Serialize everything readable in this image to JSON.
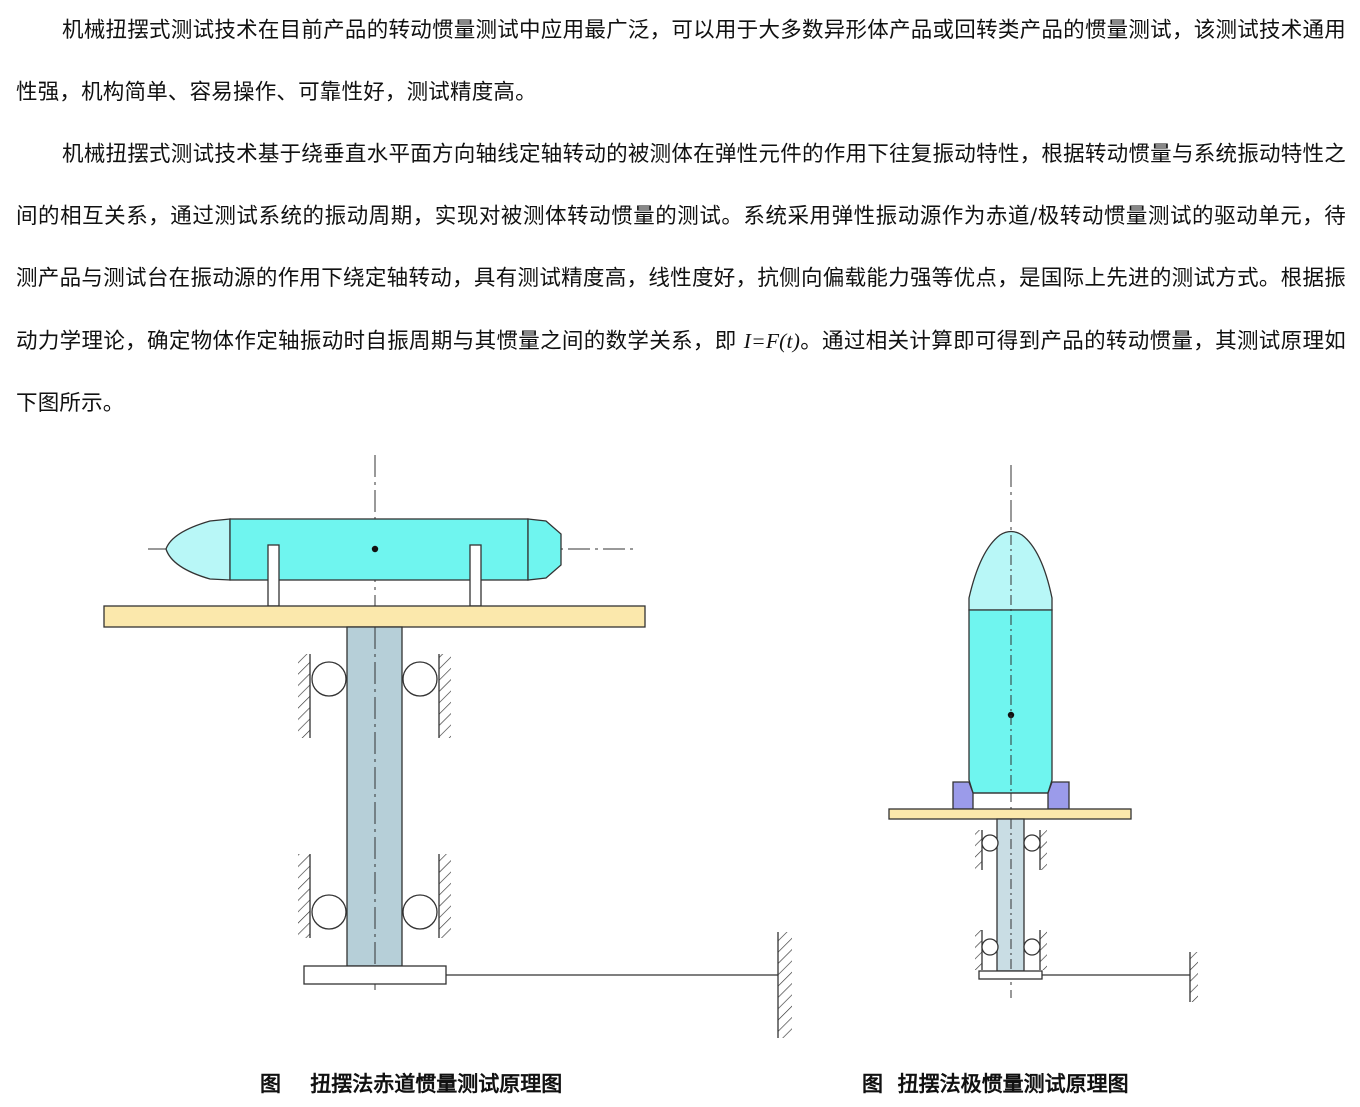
{
  "paragraphs": [
    {
      "text": "机械扭摆式测试技术在目前产品的转动惯量测试中应用最广泛，可以用于大多数异形体产品或回转类产品的惯量测试，该测试技术通用性强，机构简单、容易操作、可靠性好，测试精度高。"
    },
    {
      "text_before": "机械扭摆式测试技术基于绕垂直水平面方向轴线定轴转动的被测体在弹性元件的作用下往复振动特性，根据转动惯量与系统振动特性之间的相互关系，通过测试系统的振动周期，实现对被测体转动惯量的测试。系统采用弹性振动源作为赤道/极转动惯量测试的驱动单元，待测产品与测试台在振动源的作用下绕定轴转动，具有测试精度高，线性度好，抗侧向偏载能力强等优点，是国际上先进的测试方式。根据振动力学理论，确定物体作定轴振动时自振周期与其惯量之间的数学关系，即 ",
      "formula": "I=F(t)",
      "text_after": "。通过相关计算即可得到产品的转动惯量，其测试原理如下图所示。"
    }
  ],
  "figures": [
    {
      "caption": "图    扭摆法赤道惯量测试原理图"
    },
    {
      "caption": "图  扭摆法极惯量测试原理图"
    }
  ],
  "colors": {
    "product_body": "#6ff5ef",
    "product_nose": "#b8f7f7",
    "platform": "#fbe8ac",
    "shaft": "#b6cfd8",
    "shaft_light": "#c9dde4",
    "clamp": "#9b9bea",
    "line": "#333333"
  }
}
